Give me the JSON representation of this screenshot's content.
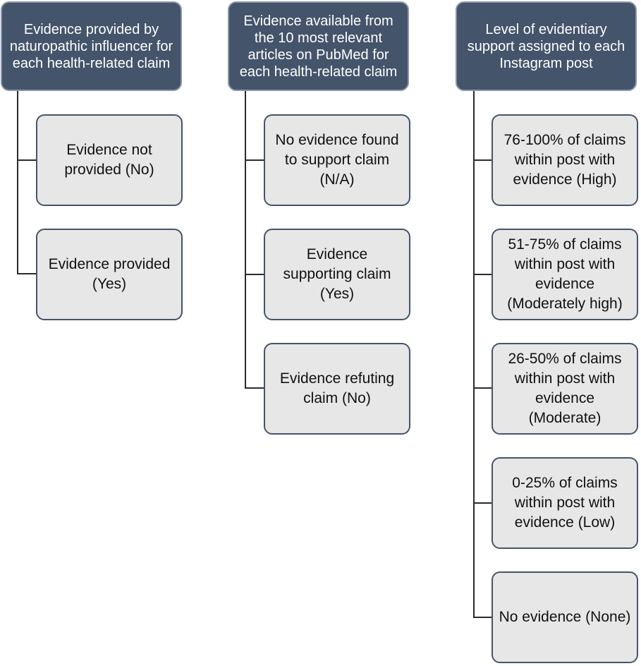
{
  "columns": [
    {
      "header": "Evidence provided by naturopathic influencer for each health-related claim",
      "items": [
        "Evidence not provided (No)",
        "Evidence provided (Yes)"
      ]
    },
    {
      "header": "Evidence available from the 10 most relevant articles on PubMed for each health-related claim",
      "items": [
        "No evidence found to support claim (N/A)",
        "Evidence supporting claim (Yes)",
        "Evidence refuting claim (No)"
      ]
    },
    {
      "header": "Level of evidentiary support assigned to each Instagram post",
      "items": [
        "76-100% of claims within post with evidence (High)",
        "51-75% of claims within post with evidence (Moderately high)",
        "26-50% of claims within post with evidence (Moderate)",
        "0-25% of claims within post with evidence (Low)",
        "No evidence (None)"
      ]
    }
  ],
  "colors": {
    "header_fill": "#44546a",
    "header_text": "#ffffff",
    "node_fill": "#e7e7e7",
    "node_border": "#44546a",
    "connector": "#2b2b2b"
  }
}
